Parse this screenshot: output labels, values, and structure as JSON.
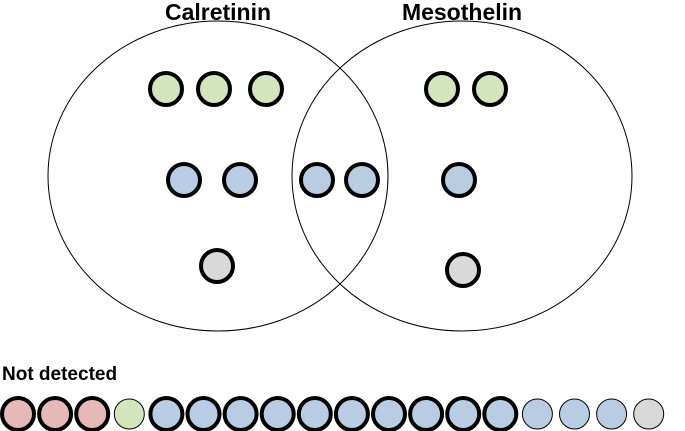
{
  "diagram": {
    "sets": [
      {
        "label": "Calretinin"
      },
      {
        "label": "Mesothelin"
      }
    ],
    "not_detected_label": "Not detected",
    "colors": {
      "green": "#d4e4bc",
      "blue": "#b8cce4",
      "gray": "#d9d9d9",
      "red": "#e6b8b7",
      "outline": "#000000"
    },
    "calretinin_only": [
      {
        "color": "green",
        "bold": true
      },
      {
        "color": "green",
        "bold": true
      },
      {
        "color": "green",
        "bold": true
      },
      {
        "color": "blue",
        "bold": true
      },
      {
        "color": "blue",
        "bold": true
      },
      {
        "color": "gray",
        "bold": true
      }
    ],
    "both": [
      {
        "color": "blue",
        "bold": true
      },
      {
        "color": "blue",
        "bold": true
      }
    ],
    "mesothelin_only": [
      {
        "color": "green",
        "bold": true
      },
      {
        "color": "green",
        "bold": true
      },
      {
        "color": "blue",
        "bold": true
      },
      {
        "color": "gray",
        "bold": true
      }
    ],
    "not_detected": [
      {
        "color": "red",
        "bold": true
      },
      {
        "color": "red",
        "bold": true
      },
      {
        "color": "red",
        "bold": true
      },
      {
        "color": "green",
        "bold": false
      },
      {
        "color": "blue",
        "bold": true
      },
      {
        "color": "blue",
        "bold": true
      },
      {
        "color": "blue",
        "bold": true
      },
      {
        "color": "blue",
        "bold": true
      },
      {
        "color": "blue",
        "bold": true
      },
      {
        "color": "blue",
        "bold": true
      },
      {
        "color": "blue",
        "bold": true
      },
      {
        "color": "blue",
        "bold": true
      },
      {
        "color": "blue",
        "bold": true
      },
      {
        "color": "blue",
        "bold": true
      },
      {
        "color": "blue",
        "bold": false
      },
      {
        "color": "blue",
        "bold": false
      },
      {
        "color": "blue",
        "bold": false
      },
      {
        "color": "gray",
        "bold": false
      }
    ]
  }
}
